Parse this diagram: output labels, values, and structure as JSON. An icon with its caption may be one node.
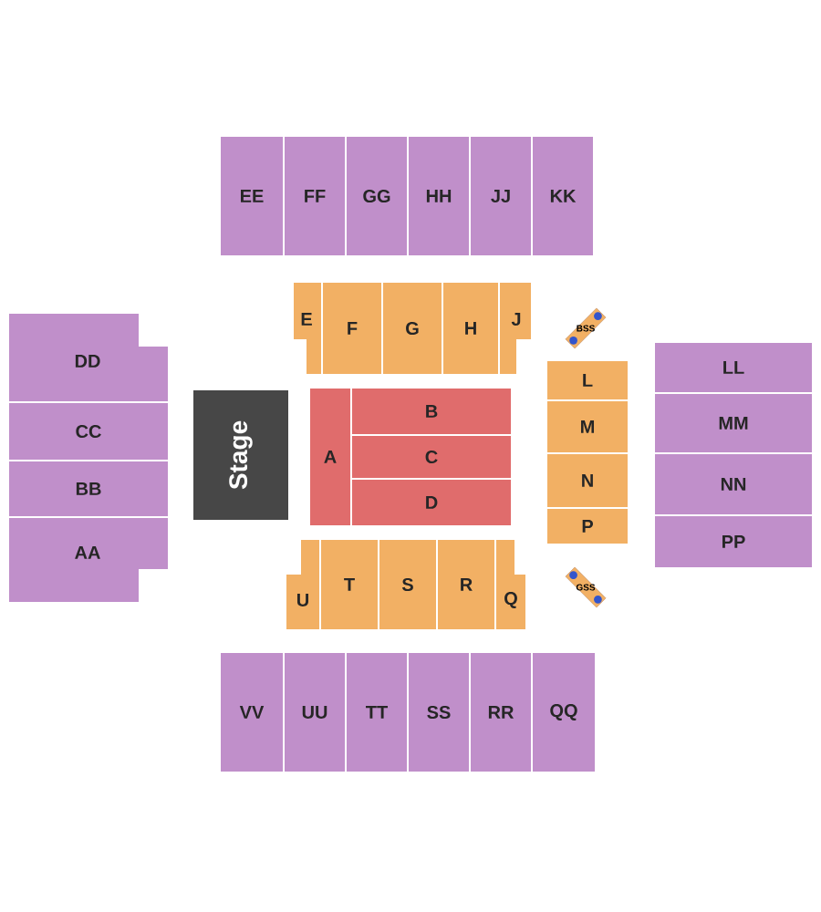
{
  "diagram": {
    "nodes": [
      {
        "text": [
          "EE"
        ]
      },
      {
        "text": [
          "FF"
        ]
      },
      {
        "text": [
          "GG"
        ]
      },
      {
        "text": [
          "HH"
        ]
      },
      {
        "text": [
          "JJ"
        ]
      },
      {
        "text": [
          "KK"
        ]
      },
      {
        "text": [
          "E"
        ]
      },
      {
        "text": [
          "F"
        ]
      },
      {
        "text": [
          "G"
        ]
      },
      {
        "text": [
          "H"
        ]
      },
      {
        "text": [
          "J"
        ]
      },
      {
        "text": [
          "BSS"
        ]
      },
      {
        "text": [
          "DD"
        ]
      },
      {
        "text": [
          "LL"
        ]
      },
      {
        "text": [
          "L"
        ]
      },
      {
        "text": [
          "CC"
        ]
      },
      {
        "text": [
          "Stage"
        ]
      },
      {
        "text": [
          "A"
        ]
      },
      {
        "text": [
          "B"
        ]
      },
      {
        "text": [
          "M"
        ]
      },
      {
        "text": [
          "MM"
        ]
      },
      {
        "text": [
          "C"
        ]
      },
      {
        "text": [
          "BB"
        ]
      },
      {
        "text": [
          "N"
        ]
      },
      {
        "text": [
          "NN"
        ]
      },
      {
        "text": [
          "D"
        ]
      },
      {
        "text": [
          "AA"
        ]
      },
      {
        "text": [
          "P"
        ]
      },
      {
        "text": [
          "PP"
        ]
      },
      {
        "text": [
          "GSS"
        ]
      },
      {
        "text": [
          "U"
        ]
      },
      {
        "text": [
          "T"
        ]
      },
      {
        "text": [
          "S"
        ]
      },
      {
        "text": [
          "R"
        ]
      },
      {
        "text": [
          "Q"
        ]
      },
      {
        "text": [
          "VV"
        ]
      },
      {
        "text": [
          "UU"
        ]
      },
      {
        "text": [
          "TT"
        ]
      },
      {
        "text": [
          "SS"
        ]
      },
      {
        "text": [
          "RR"
        ]
      },
      {
        "text": [
          "QQ"
        ]
      }
    ]
  }
}
